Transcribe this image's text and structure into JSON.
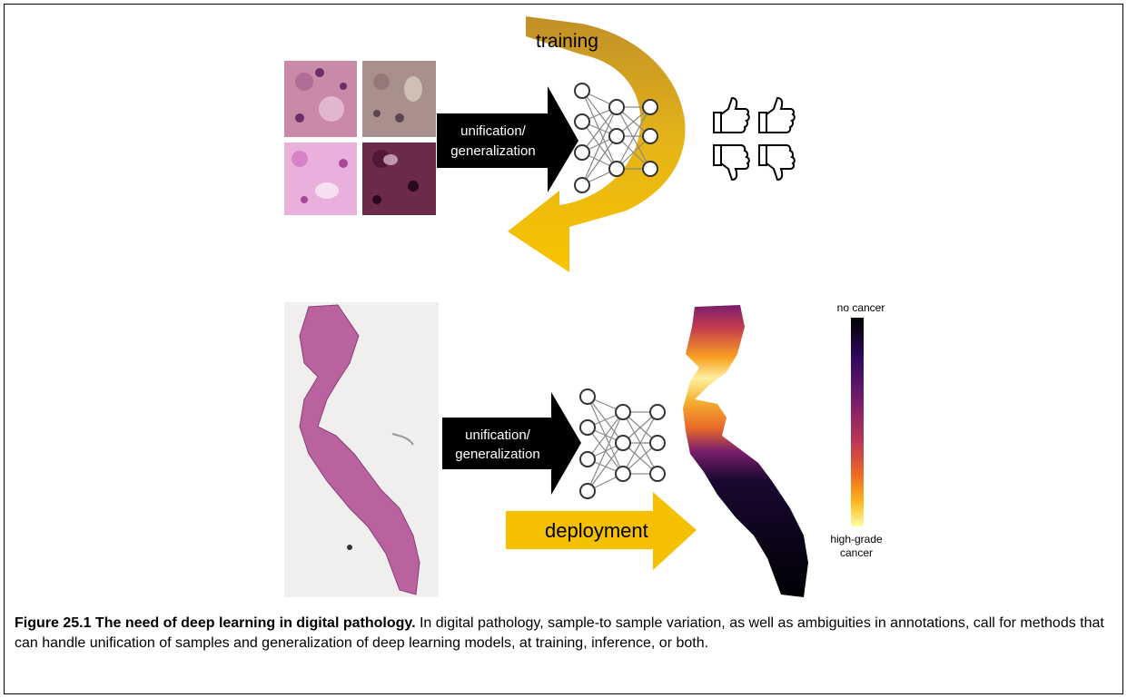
{
  "top_panel": {
    "arrow_label_line1": "unification/",
    "arrow_label_line2": "generalization",
    "training_label": "training"
  },
  "bottom_panel": {
    "arrow_label_line1": "unification/",
    "arrow_label_line2": "generalization",
    "deployment_label": "deployment",
    "colorbar_top_label": "no cancer",
    "colorbar_bottom_line1": "high-grade",
    "colorbar_bottom_line2": "cancer"
  },
  "caption": {
    "title": "Figure 25.1 The need of deep learning in digital pathology.",
    "text": " In digital pathology, sample-to sample variation, as well as ambiguities in annotations, call for methods that can handle unification of samples and generalization of deep learning models, at training, inference, or both."
  },
  "colors": {
    "arrow_black": "#000000",
    "training_gold": "#c8a030",
    "deployment_gold": "#f5c000",
    "nn_node": "#444444"
  },
  "icons": [
    "thumbs-up-icon",
    "thumbs-down-icon",
    "neural-network-icon"
  ]
}
